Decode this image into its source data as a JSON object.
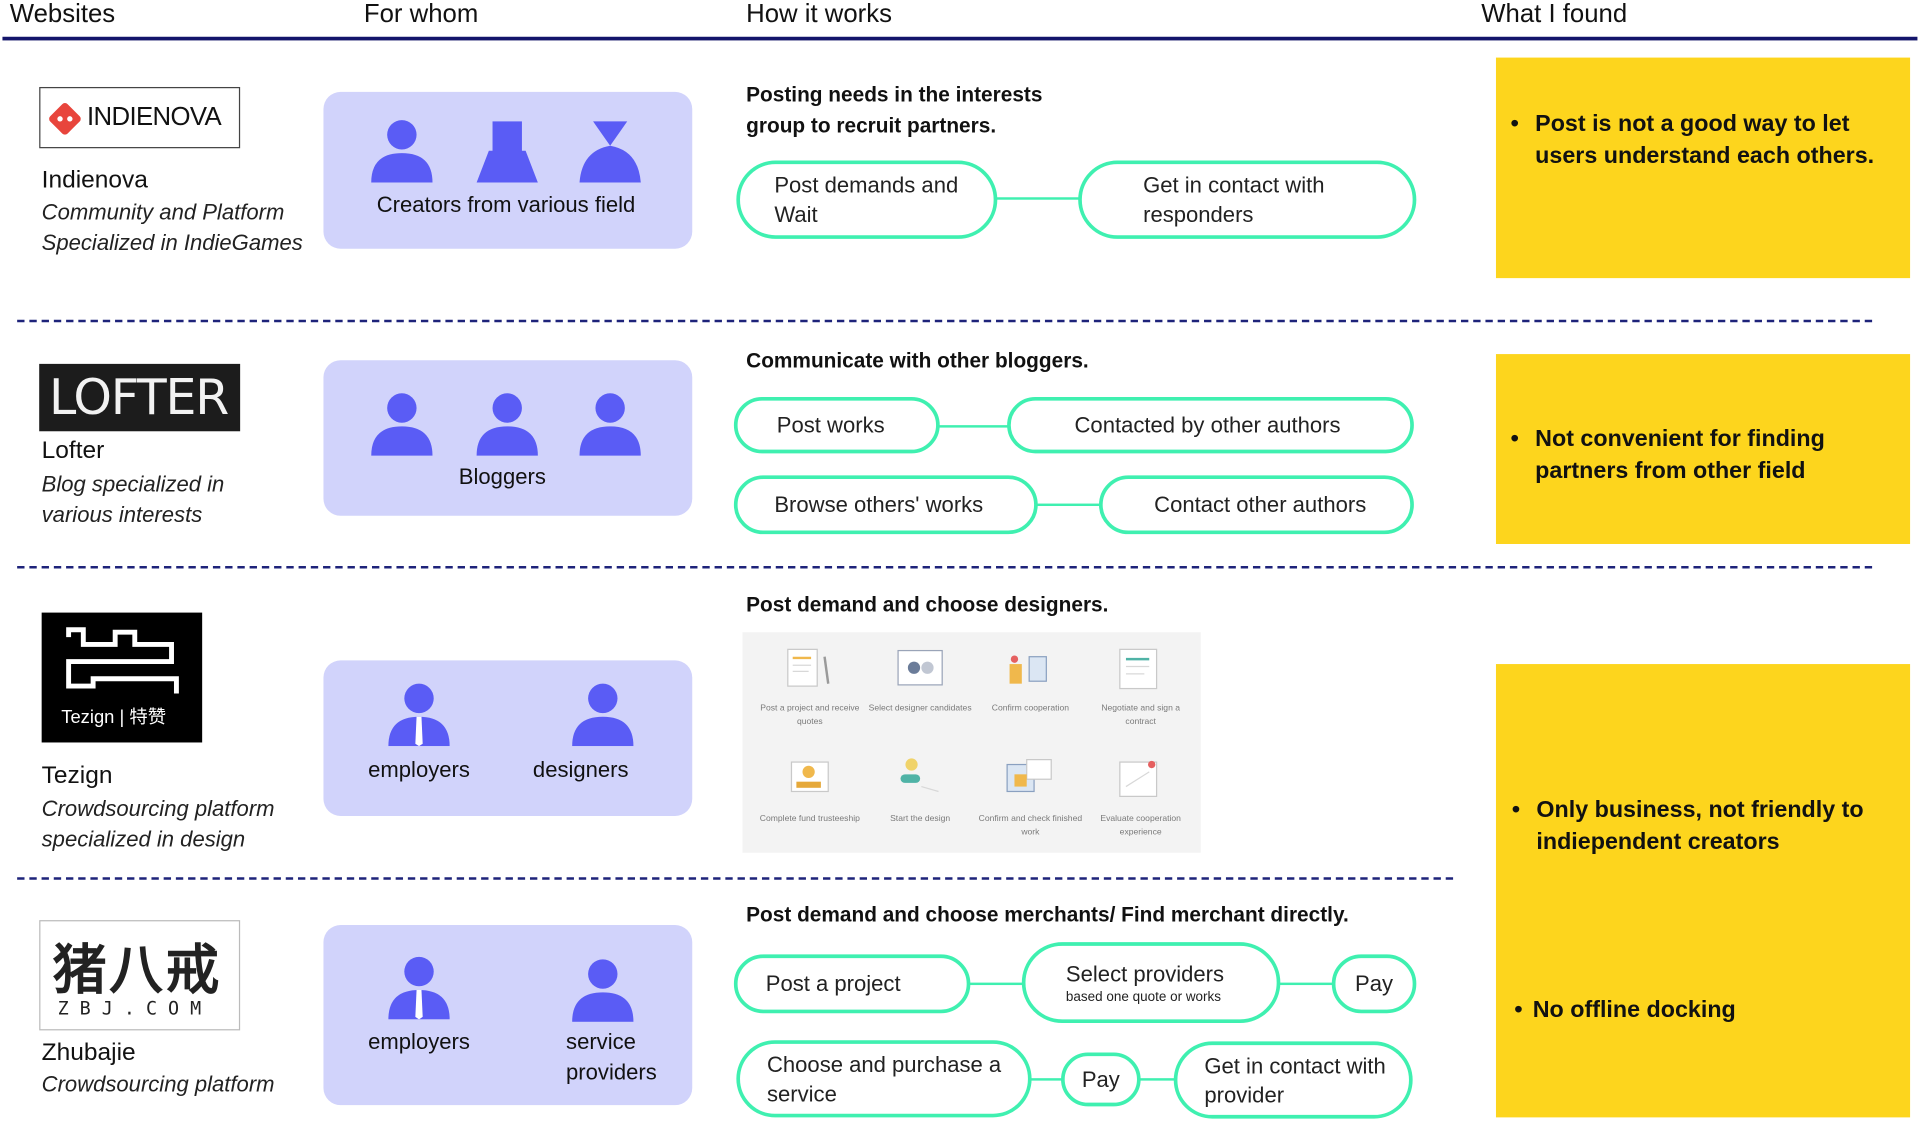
{
  "headers": {
    "websites": "Websites",
    "for_whom": "For whom",
    "how_it_works": "How it works",
    "what_i_found": "What I found"
  },
  "colors": {
    "accent_line": "#14156b",
    "panel_fill": "#d1d3fb",
    "person_icon": "#5a5cf5",
    "pill_border": "#3ff0b0",
    "finding_fill": "#fdd51d"
  },
  "rows": {
    "indienova": {
      "logo_text": "INDIENOVA",
      "name": "Indienova",
      "desc_1": "Community and Platform",
      "desc_2": "Specialized in IndieGames",
      "who_label": "Creators from various field",
      "title_1": "Posting needs in the interests",
      "title_2": "group to recruit partners.",
      "step_1a": "Post demands and",
      "step_1b": "Wait",
      "step_2a": "Get in contact with",
      "step_2b": "responders"
    },
    "lofter": {
      "logo_text": "LOFTER",
      "name": "Lofter",
      "desc_1": "Blog specialized in",
      "desc_2": "various interests",
      "who_label": "Bloggers",
      "title": "Communicate with other bloggers.",
      "step_1": "Post works",
      "step_2": "Contacted by other authors",
      "step_3": "Browse others' works",
      "step_4": "Contact other authors"
    },
    "tezign": {
      "logo_text": "Tezign | 特赞",
      "name": "Tezign",
      "desc_1": "Crowdsourcing platform",
      "desc_2": "specialized in design",
      "who_1": "employers",
      "who_2": "designers",
      "title": "Post demand and choose designers.",
      "steps": [
        {
          "l1": "Post a project and receive",
          "l2": "quotes"
        },
        {
          "l1": "Select designer candidates",
          "l2": ""
        },
        {
          "l1": "Confirm cooperation",
          "l2": ""
        },
        {
          "l1": "Negotiate and sign a",
          "l2": "contract"
        },
        {
          "l1": "Complete fund trusteeship",
          "l2": ""
        },
        {
          "l1": "Start the design",
          "l2": ""
        },
        {
          "l1": "Confirm and check finished",
          "l2": "work"
        },
        {
          "l1": "Evaluate cooperation",
          "l2": "experience"
        }
      ]
    },
    "zhubajie": {
      "logo_cn": "猪八戒",
      "logo_en": "ZBJ.COM",
      "name": "Zhubajie",
      "desc_1": "Crowdsourcing platform",
      "who_1": "employers",
      "who_2a": "service",
      "who_2b": "providers",
      "title": "Post demand and choose merchants/ Find merchant directly.",
      "step_1": "Post a project",
      "step_2": "Select providers",
      "step_2_sub": "based one quote or works",
      "step_3": "Pay",
      "step_4a": "Choose and purchase a",
      "step_4b": "service",
      "step_5": "Pay",
      "step_6a": "Get in contact with",
      "step_6b": "provider"
    }
  },
  "findings": {
    "f1a": "Post is not a good way to let",
    "f1b": "users understand each others.",
    "f2a": "Not convenient for finding",
    "f2b": "partners from other field",
    "f3a": "Only business, not friendly to",
    "f3b": "indiependent creators",
    "f4": "No offline docking",
    "bullet": "•"
  }
}
